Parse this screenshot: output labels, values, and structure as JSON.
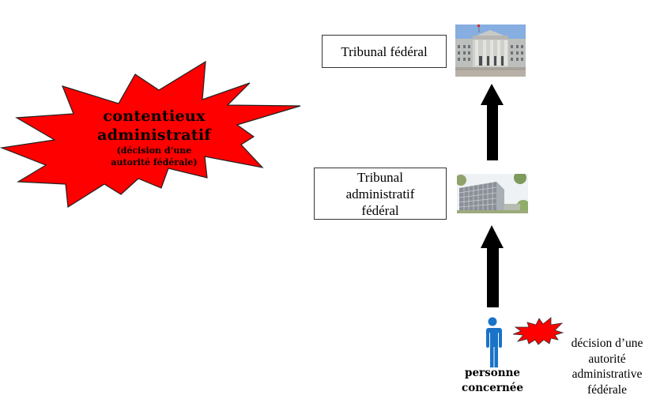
{
  "burst": {
    "title_line1": "contentieux",
    "title_line2": "administratif",
    "subtitle_line1": "(décision d’une",
    "subtitle_line2": "autorité fédérale)",
    "fill_color": "#ff0000"
  },
  "levels": [
    {
      "label": "Tribunal fédéral",
      "image": "federal-supreme-court-building-photo"
    },
    {
      "label_line1": "Tribunal",
      "label_line2": "administratif",
      "label_line3": "fédéral",
      "image": "federal-administrative-court-building-photo"
    }
  ],
  "person": {
    "label_line1": "personne",
    "label_line2": "concernée",
    "color": "#1a73c7"
  },
  "decision": {
    "line1": "décision d’une",
    "line2": "autorité",
    "line3": "administrative",
    "line4": "fédérale",
    "burst_color": "#ff0000"
  },
  "arrows": [
    {
      "from": "personne concernée",
      "to": "Tribunal administratif fédéral",
      "direction": "up"
    },
    {
      "from": "Tribunal administratif fédéral",
      "to": "Tribunal fédéral",
      "direction": "up"
    }
  ]
}
